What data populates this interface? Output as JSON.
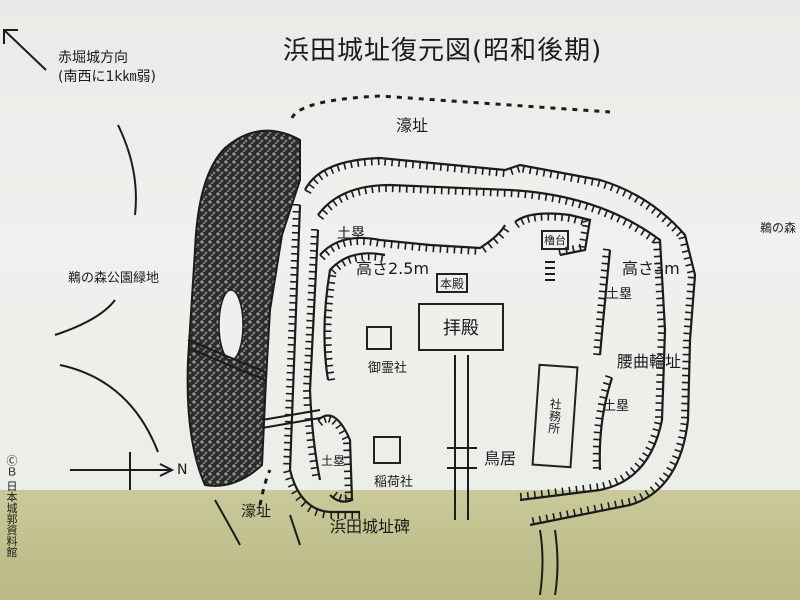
{
  "map": {
    "title": "浜田城址復元図(昭和後期)",
    "direction_note": {
      "line1": "赤堀城方向",
      "line2": "(南西に1k㎞弱)"
    },
    "labels": {
      "moat_top": "濠址",
      "moat_bottom": "濠址",
      "earthwork_top_left": "土塁",
      "height_left": "高さ2.5m",
      "honden": "本殿",
      "haiden": "拝殿",
      "goreisha": "御霊社",
      "inarisha": "稲荷社",
      "torii": "鳥居",
      "earthwork_bottom": "土塁",
      "monument": "浜田城址碑",
      "yagura": "櫓台",
      "height_right": "高さ3m",
      "earthwork_right_upper": "土塁",
      "koshiguruwa": "腰曲輪址",
      "shamusho": "社務所",
      "earthwork_right_lower": "土塁",
      "park": "鵜の森公園緑地",
      "right_edge": "鵜の森",
      "north": "N",
      "copyright": "ⒸＢ 日本城郭資料館"
    },
    "colors": {
      "ink": "#1c1c1c",
      "forest": "#2a2a2a",
      "ground": "#c4c48f"
    },
    "icons": {
      "north_arrow": "north-arrow-icon",
      "direction_arrow": "direction-arrow-icon"
    }
  }
}
